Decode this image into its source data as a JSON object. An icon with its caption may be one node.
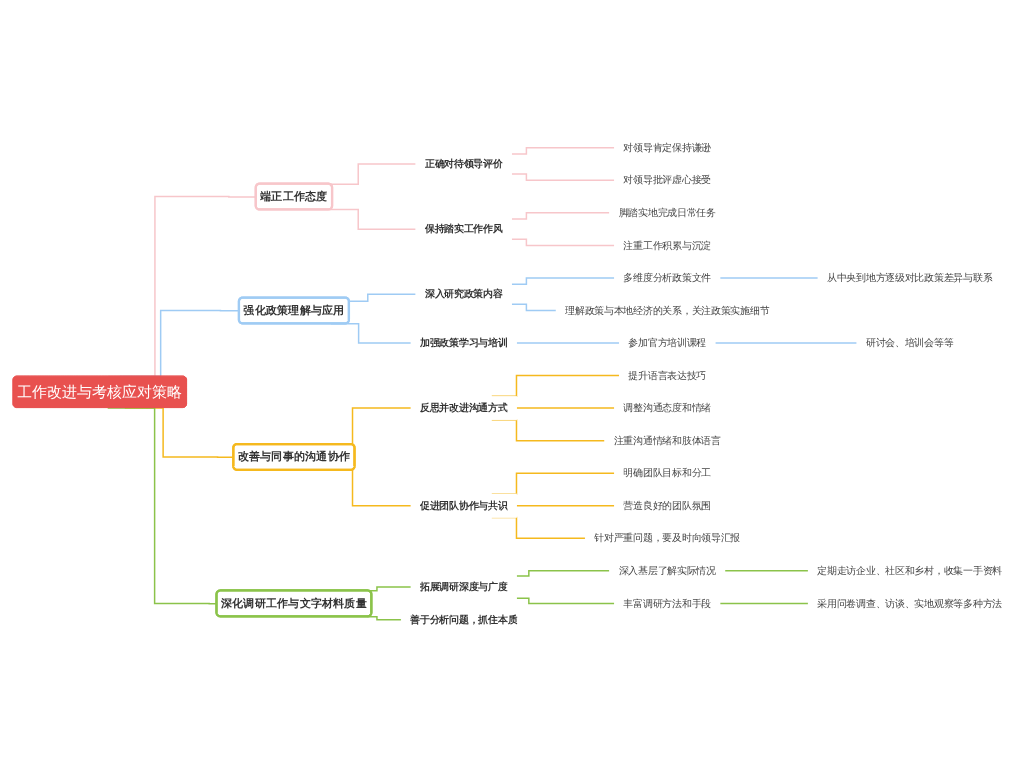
{
  "diagram": {
    "nodes": [
      {
        "text": [
          "工作改进与考核应对策略"
        ]
      },
      {
        "text": [
          "端正工作态度"
        ]
      },
      {
        "text": [
          "正确对待领导评价"
        ]
      },
      {
        "text": [
          "对领导肯定保持谦逊"
        ]
      },
      {
        "text": [
          "对领导批评虚心接受"
        ]
      },
      {
        "text": [
          "保持踏实工作作风"
        ]
      },
      {
        "text": [
          "脚踏实地完成日常任务"
        ]
      },
      {
        "text": [
          "注重工作积累与沉淀"
        ]
      },
      {
        "text": [
          "强化政策理解与应用"
        ]
      },
      {
        "text": [
          "深入研究政策内容"
        ]
      },
      {
        "text": [
          "多维度分析政策文件"
        ]
      },
      {
        "text": [
          "从中央到地方逐级对比政策差异与联系"
        ]
      },
      {
        "text": [
          "理解政策与本地经济的关系，关注政策实施细节"
        ]
      },
      {
        "text": [
          "加强政策学习与培训"
        ]
      },
      {
        "text": [
          "参加官方培训课程"
        ]
      },
      {
        "text": [
          "研讨会、培训会等等"
        ]
      },
      {
        "text": [
          "改善与同事的沟通协作"
        ]
      },
      {
        "text": [
          "反思并改进沟通方式"
        ]
      },
      {
        "text": [
          "提升语言表达技巧"
        ]
      },
      {
        "text": [
          "调整沟通态度和情绪"
        ]
      },
      {
        "text": [
          "注重沟通情绪和肢体语言"
        ]
      },
      {
        "text": [
          "促进团队协作与共识"
        ]
      },
      {
        "text": [
          "明确团队目标和分工"
        ]
      },
      {
        "text": [
          "营造良好的团队氛围"
        ]
      },
      {
        "text": [
          "针对严重问题，要及时向领导汇报"
        ]
      },
      {
        "text": [
          "深化调研工作与文字材料质量"
        ]
      },
      {
        "text": [
          "拓展调研深度与广度"
        ]
      },
      {
        "text": [
          "深入基层了解实际情况"
        ]
      },
      {
        "text": [
          "定期走访企业、社区和乡村，收集一手资料"
        ]
      },
      {
        "text": [
          "丰富调研方法和手段"
        ]
      },
      {
        "text": [
          "采用问卷调查、访谈、实地观察等多种方法"
        ]
      },
      {
        "text": [
          "善于分析问题，抓住本质"
        ]
      }
    ],
    "edges": [
      {
        "from": 0,
        "to": 1,
        "arrow": "none",
        "color": "#f7c6ca"
      },
      {
        "from": 1,
        "to": 2,
        "arrow": "none",
        "color": "#f7c6ca"
      },
      {
        "from": 2,
        "to": 3,
        "arrow": "none",
        "color": "#f7c6ca"
      },
      {
        "from": 2,
        "to": 4,
        "arrow": "none",
        "color": "#f7c6ca"
      },
      {
        "from": 1,
        "to": 5,
        "arrow": "none",
        "color": "#f7c6ca"
      },
      {
        "from": 5,
        "to": 6,
        "arrow": "none",
        "color": "#f7c6ca"
      },
      {
        "from": 5,
        "to": 7,
        "arrow": "none",
        "color": "#f7c6ca"
      },
      {
        "from": 0,
        "to": 8,
        "arrow": "none",
        "color": "#9fcbf4"
      },
      {
        "from": 8,
        "to": 9,
        "arrow": "none",
        "color": "#9fcbf4"
      },
      {
        "from": 9,
        "to": 10,
        "arrow": "none",
        "color": "#9fcbf4"
      },
      {
        "from": 10,
        "to": 11,
        "arrow": "none",
        "color": "#9fcbf4"
      },
      {
        "from": 9,
        "to": 12,
        "arrow": "none",
        "color": "#9fcbf4"
      },
      {
        "from": 8,
        "to": 13,
        "arrow": "none",
        "color": "#9fcbf4"
      },
      {
        "from": 13,
        "to": 14,
        "arrow": "none",
        "color": "#9fcbf4"
      },
      {
        "from": 14,
        "to": 15,
        "arrow": "none",
        "color": "#9fcbf4"
      },
      {
        "from": 0,
        "to": 16,
        "arrow": "none",
        "color": "#f5b91e"
      },
      {
        "from": 16,
        "to": 17,
        "arrow": "none",
        "color": "#f5b91e"
      },
      {
        "from": 17,
        "to": 18,
        "arrow": "none",
        "color": "#f5b91e"
      },
      {
        "from": 17,
        "to": 19,
        "arrow": "none",
        "color": "#f5b91e"
      },
      {
        "from": 17,
        "to": 20,
        "arrow": "none",
        "color": "#f5b91e"
      },
      {
        "from": 16,
        "to": 21,
        "arrow": "none",
        "color": "#f5b91e"
      },
      {
        "from": 21,
        "to": 22,
        "arrow": "none",
        "color": "#f5b91e"
      },
      {
        "from": 21,
        "to": 23,
        "arrow": "none",
        "color": "#f5b91e"
      },
      {
        "from": 21,
        "to": 24,
        "arrow": "none",
        "color": "#f5b91e"
      },
      {
        "from": 0,
        "to": 25,
        "arrow": "none",
        "color": "#8bc34a"
      },
      {
        "from": 25,
        "to": 26,
        "arrow": "none",
        "color": "#8bc34a"
      },
      {
        "from": 26,
        "to": 27,
        "arrow": "none",
        "color": "#8bc34a"
      },
      {
        "from": 27,
        "to": 28,
        "arrow": "none",
        "color": "#8bc34a"
      },
      {
        "from": 26,
        "to": 29,
        "arrow": "none",
        "color": "#8bc34a"
      },
      {
        "from": 29,
        "to": 30,
        "arrow": "none",
        "color": "#8bc34a"
      },
      {
        "from": 25,
        "to": 31,
        "arrow": "none",
        "color": "#8bc34a"
      }
    ]
  }
}
